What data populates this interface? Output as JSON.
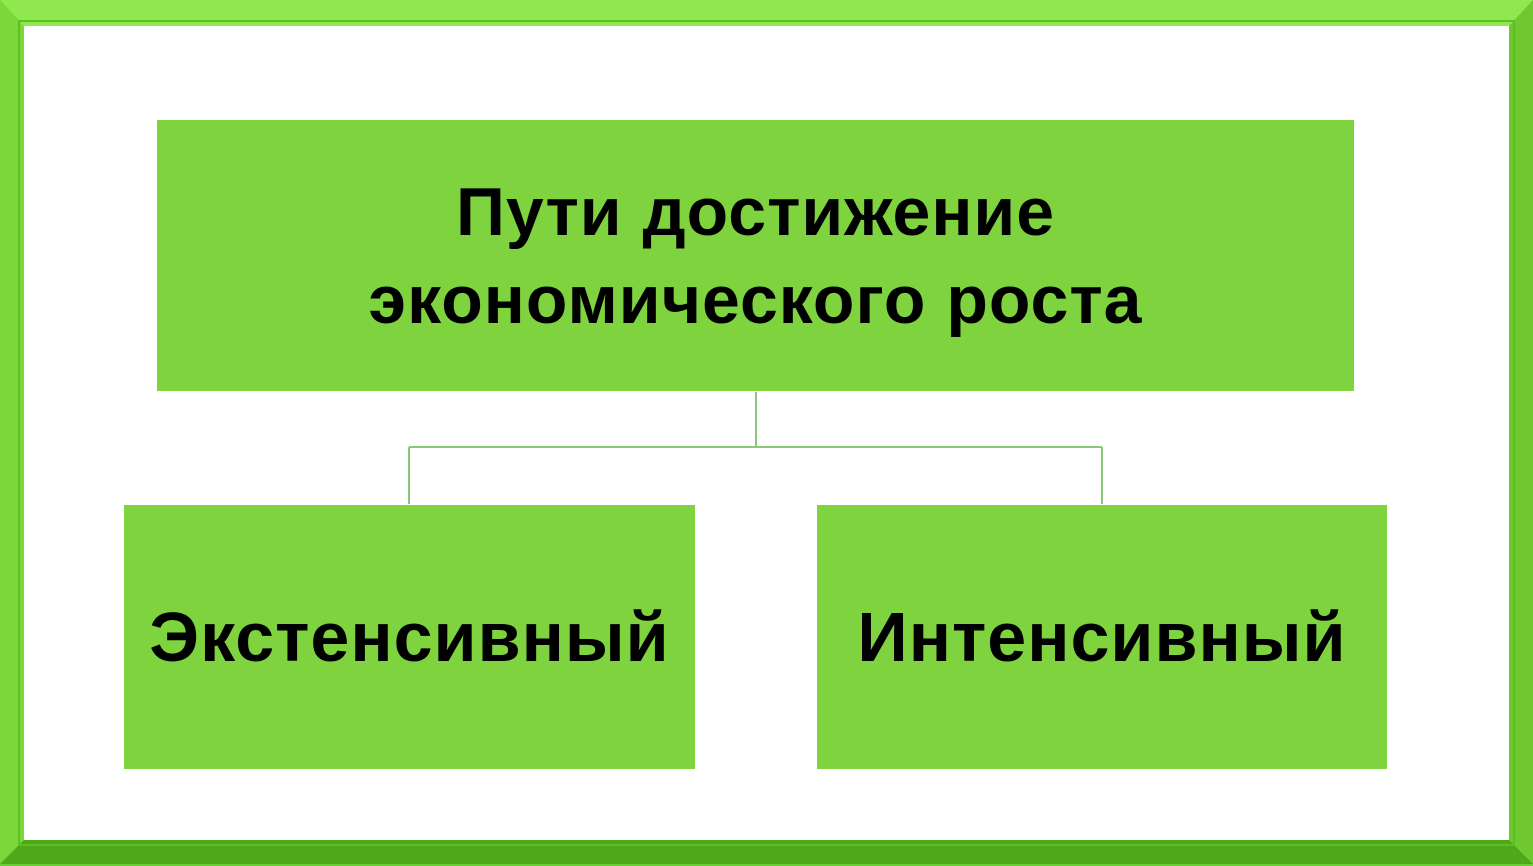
{
  "diagram": {
    "root": {
      "label_line1": "Пути достижение",
      "label_line2": "экономического роста"
    },
    "children": [
      {
        "label": "Экстенсивный"
      },
      {
        "label": "Интенсивный"
      }
    ],
    "colors": {
      "box_fill": "#7ed33f",
      "frame": "#7ad83a",
      "connector": "#8bc77a",
      "text": "#000000"
    }
  }
}
